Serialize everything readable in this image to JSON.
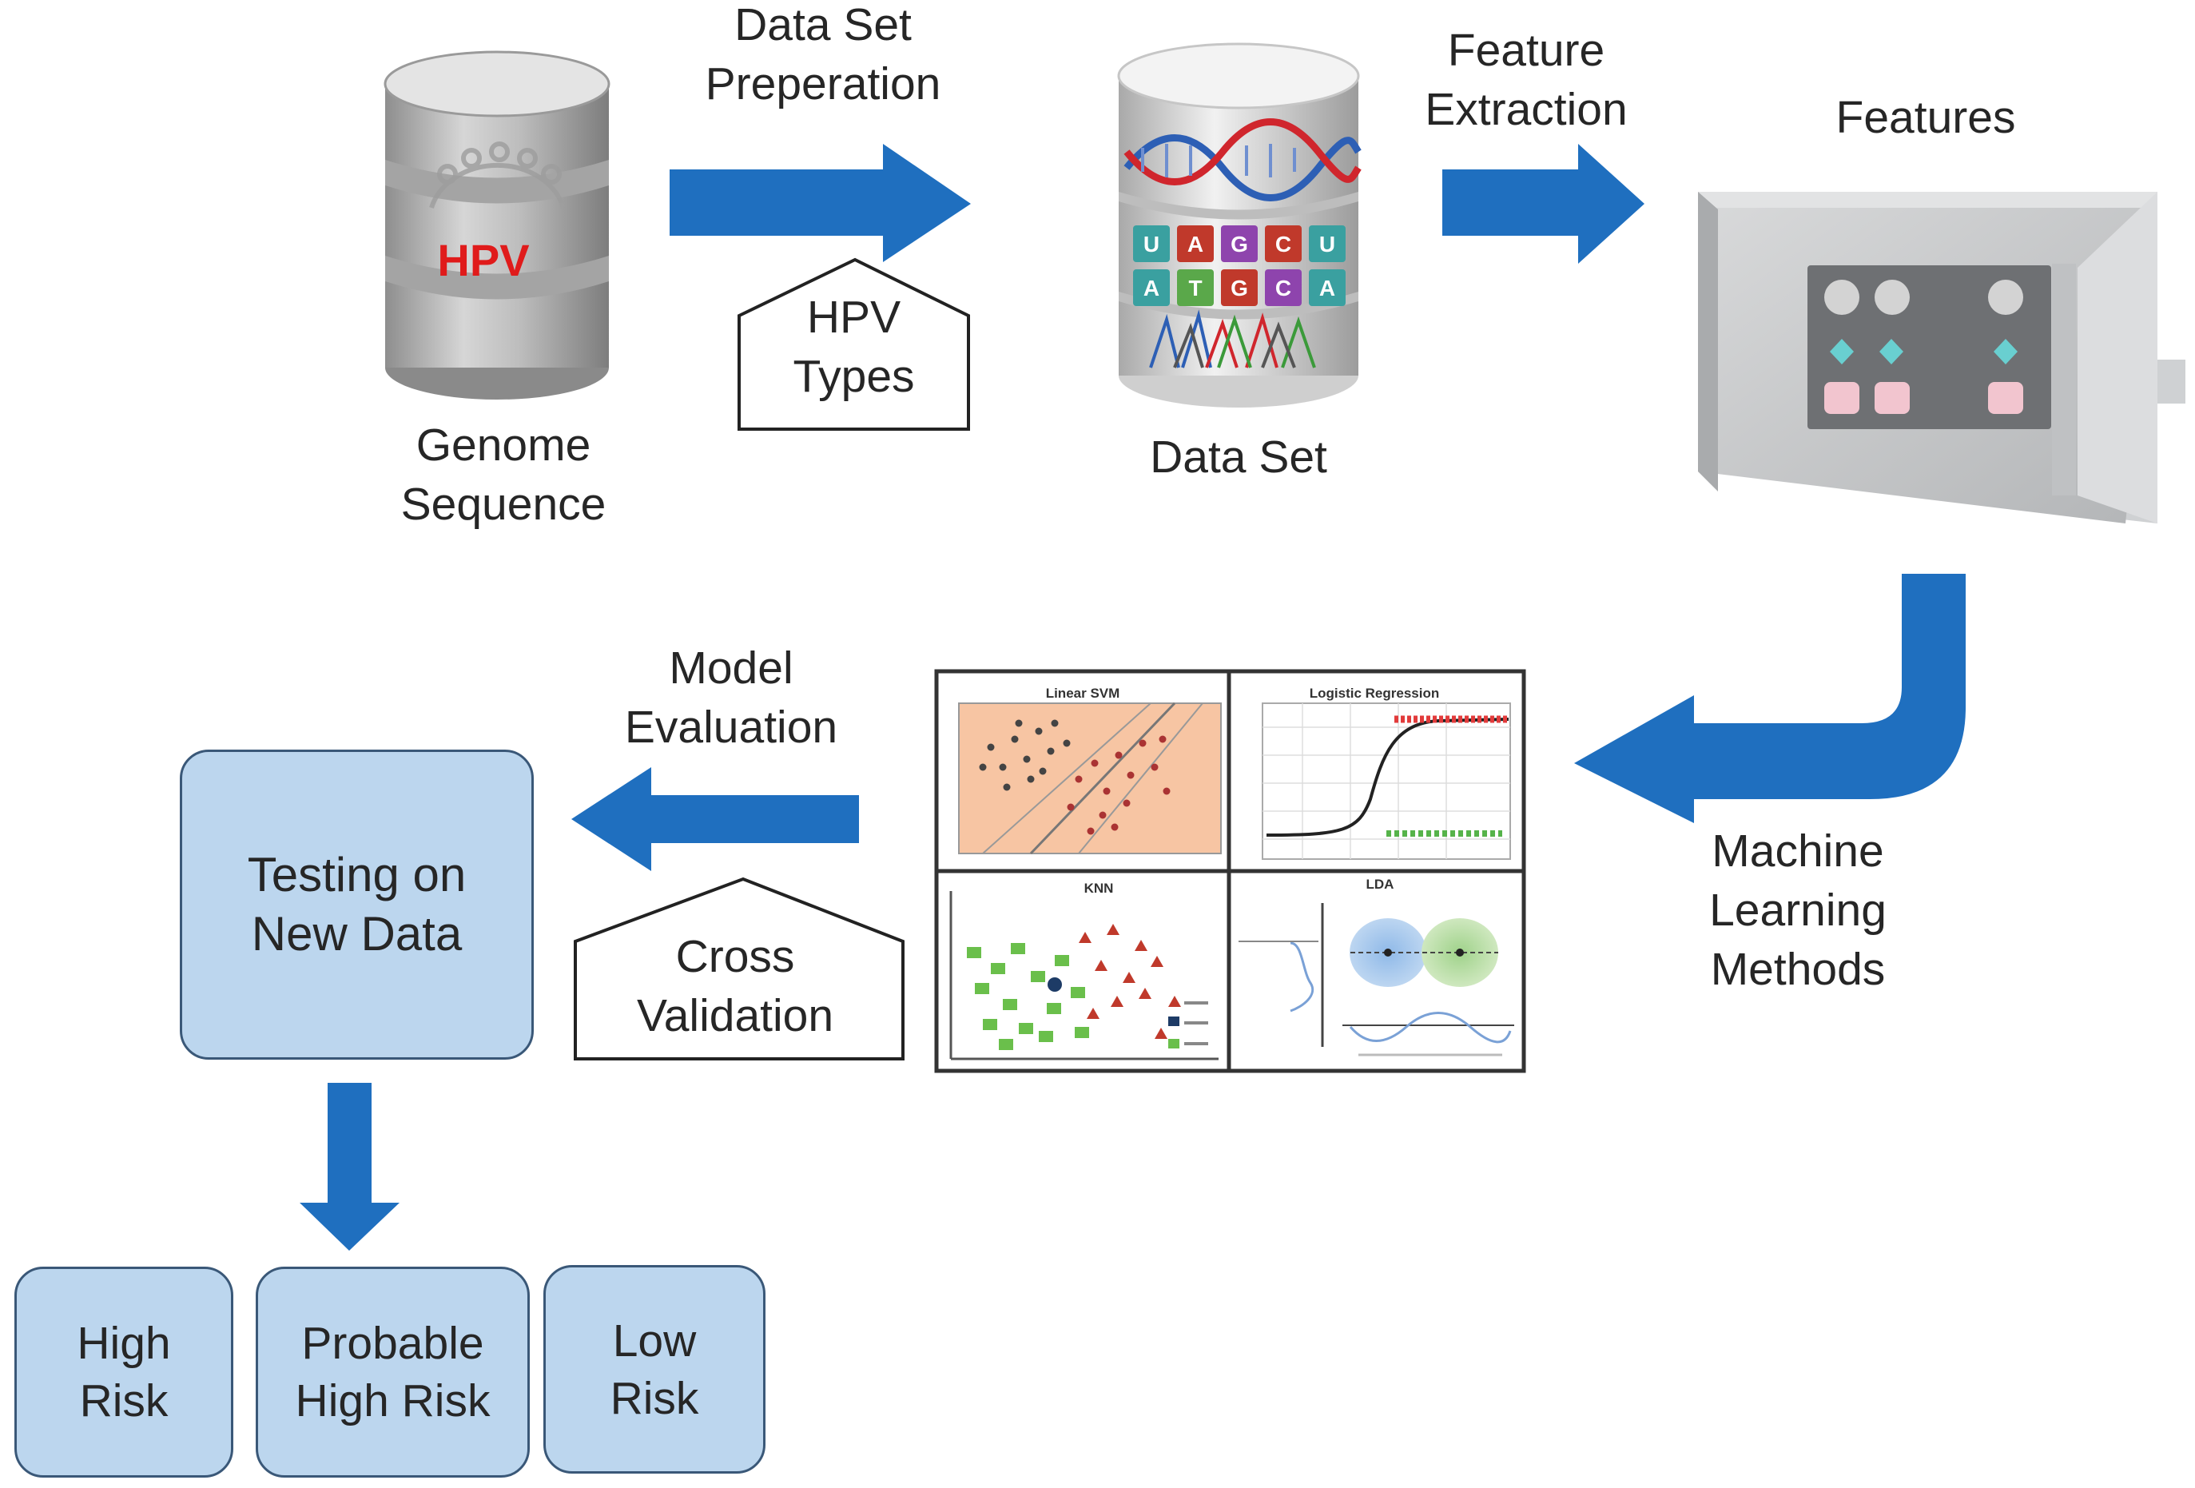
{
  "labels": {
    "genome_sequence": "Genome\nSequence",
    "hpv_logo": "HPV",
    "data_set_preperation": "Data  Set\nPreperation",
    "hpv_types": "HPV\nTypes",
    "data_set": "Data Set",
    "feature_extraction": "Feature\nExtraction",
    "features": "Features",
    "machine_learning_methods": "Machine\nLearning\nMethods",
    "model_evaluation": "Model\nEvaluation",
    "cross_validation": "Cross\nValidation",
    "testing_on_new_data": "Testing on\nNew Data"
  },
  "risk_boxes": [
    {
      "label": "High\nRisk"
    },
    {
      "label": "Probable\nHigh Risk"
    },
    {
      "label": "Low\nRisk"
    }
  ],
  "ml_panels": {
    "svm_title": "Linear SVM",
    "logreg_title": "Logistic Regression",
    "knn_title": "KNN",
    "lda_title": "LDA"
  },
  "dna_bases": {
    "row1": [
      "U",
      "A",
      "G",
      "C",
      "U"
    ],
    "row2": [
      "A",
      "T",
      "G",
      "C",
      "A"
    ]
  },
  "colors": {
    "arrow_blue": "#1f6fbf",
    "box_fill": "#bcd6ee",
    "box_border": "#3a5878",
    "hpv_red": "#e01b1b",
    "svm_bg": "#f7c5a3"
  }
}
